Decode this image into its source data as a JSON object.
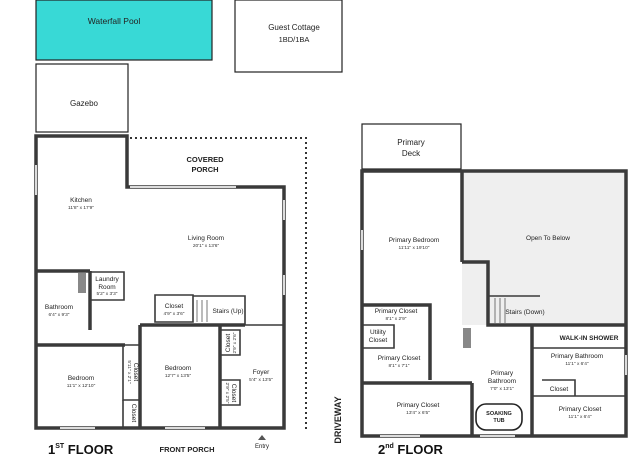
{
  "outdoor": {
    "pool": "Waterfall Pool",
    "guest_cottage": "Guest Cottage",
    "guest_cottage_sub": "1BD/1BA",
    "gazebo": "Gazebo",
    "covered_porch_1": "COVERED",
    "covered_porch_2": "PORCH",
    "front_porch": "FRONT PORCH",
    "driveway": "DRIVEWAY",
    "entry": "Entry",
    "primary_deck_1": "Primary",
    "primary_deck_2": "Deck"
  },
  "floor1": {
    "label_main": "1",
    "label_sup": "ST",
    "label_rest": " FLOOR",
    "rooms": {
      "kitchen": {
        "name": "Kitchen",
        "dim": "11'8\" x 17'9\""
      },
      "living": {
        "name": "Living Room",
        "dim": "20'1\" x 13'6\""
      },
      "laundry": {
        "name": "Laundry",
        "name2": "Room",
        "dim": "5'2\" x 3'3\""
      },
      "bath": {
        "name": "Bathroom",
        "dim": "6'4\" x 9'3\""
      },
      "closet_mid": {
        "name": "Closet",
        "dim": "4'9\" x 3'6\""
      },
      "stairs": {
        "name": "Stairs (Up)"
      },
      "closet_v1": {
        "name": "Closet",
        "dim": "2'9\" x 2'6\""
      },
      "bedroom1": {
        "name": "Bedroom",
        "dim": "11'1\" x 12'10\""
      },
      "closet_b1": {
        "name": "Closet",
        "dim": "5'11\" x 2'1\""
      },
      "closet_b1b": {
        "name": "Closet"
      },
      "bedroom2": {
        "name": "Bedroom",
        "dim": "12'7\" x 13'5\""
      },
      "closet_v2": {
        "name": "Closet",
        "dim": "2'9\" x 2'5\""
      },
      "foyer": {
        "name": "Foyer",
        "dim": "5'4\" x 13'5\""
      }
    }
  },
  "floor2": {
    "label_main": "2",
    "label_sup": "nd",
    "label_rest": " FLOOR",
    "rooms": {
      "primary_bedroom": {
        "name": "Primary Bedroom",
        "dim": "11'11\" x 19'10\""
      },
      "open_below": {
        "name": "Open To Below"
      },
      "primary_closet_top": {
        "name": "Primary Closet",
        "dim": "8'1\" x 2'9\""
      },
      "utility": {
        "name": "Utility",
        "name2": "Closet"
      },
      "primary_closet_mid": {
        "name": "Primary Closet",
        "dim": "8'1\" x 7'1\""
      },
      "stairs_down": {
        "name": "Stairs (Down)"
      },
      "walk_in": {
        "name": "WALK-IN SHOWER"
      },
      "primary_bath_right": {
        "name": "Primary Bathroom",
        "dim": "11'1\" x 6'4\""
      },
      "closet": {
        "name": "Closet"
      },
      "primary_bath_center": {
        "name": "Primary",
        "name2": "Bathroom",
        "dim": "7'0\" x 13'1\""
      },
      "soaking_1": "SOAKING",
      "soaking_2": "TUB",
      "primary_closet_bl": {
        "name": "Primary Closet",
        "dim": "13'4\" x 6'5\""
      },
      "primary_closet_br": {
        "name": "Primary Closet",
        "dim": "11'1\" x 6'4\""
      }
    }
  },
  "colors": {
    "pool": "#38d9d6",
    "walls": "#3a3a3a",
    "open_below": "#efefef"
  }
}
